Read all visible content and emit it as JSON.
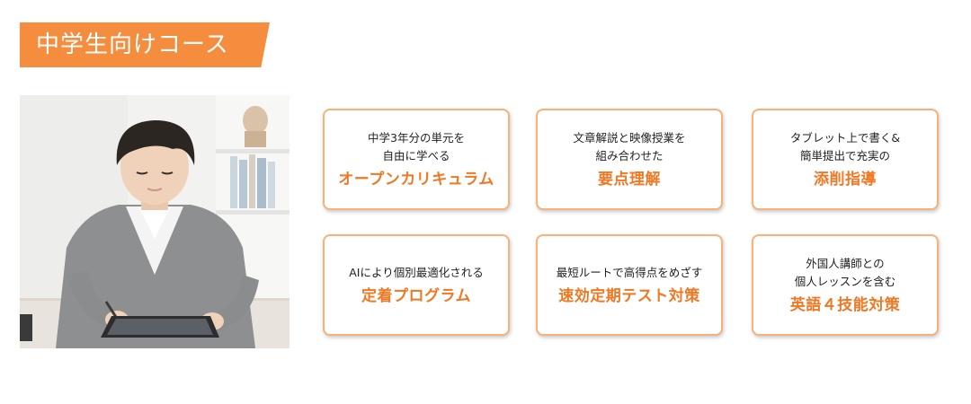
{
  "page": {
    "title": "中学生向けコース"
  },
  "colors": {
    "accent": "#f58d3f",
    "card_border": "#f7b27a",
    "card_title": "#f07822"
  },
  "features": [
    {
      "desc_line1": "中学3年分の単元を",
      "desc_line2": "自由に学べる",
      "title": "オープンカリキュラム"
    },
    {
      "desc_line1": "文章解説と映像授業を",
      "desc_line2": "組み合わせた",
      "title": "要点理解"
    },
    {
      "desc_line1": "タブレット上で書く&",
      "desc_line2": "簡単提出で充実の",
      "title": "添削指導"
    },
    {
      "desc_line1": "AIにより個別最適化される",
      "desc_line2": "",
      "title": "定着プログラム"
    },
    {
      "desc_line1": "最短ルートで高得点をめざす",
      "desc_line2": "",
      "title": "速効定期テスト対策"
    },
    {
      "desc_line1": "外国人講師との",
      "desc_line2": "個人レッスンを含む",
      "title": "英語４技能対策"
    }
  ]
}
